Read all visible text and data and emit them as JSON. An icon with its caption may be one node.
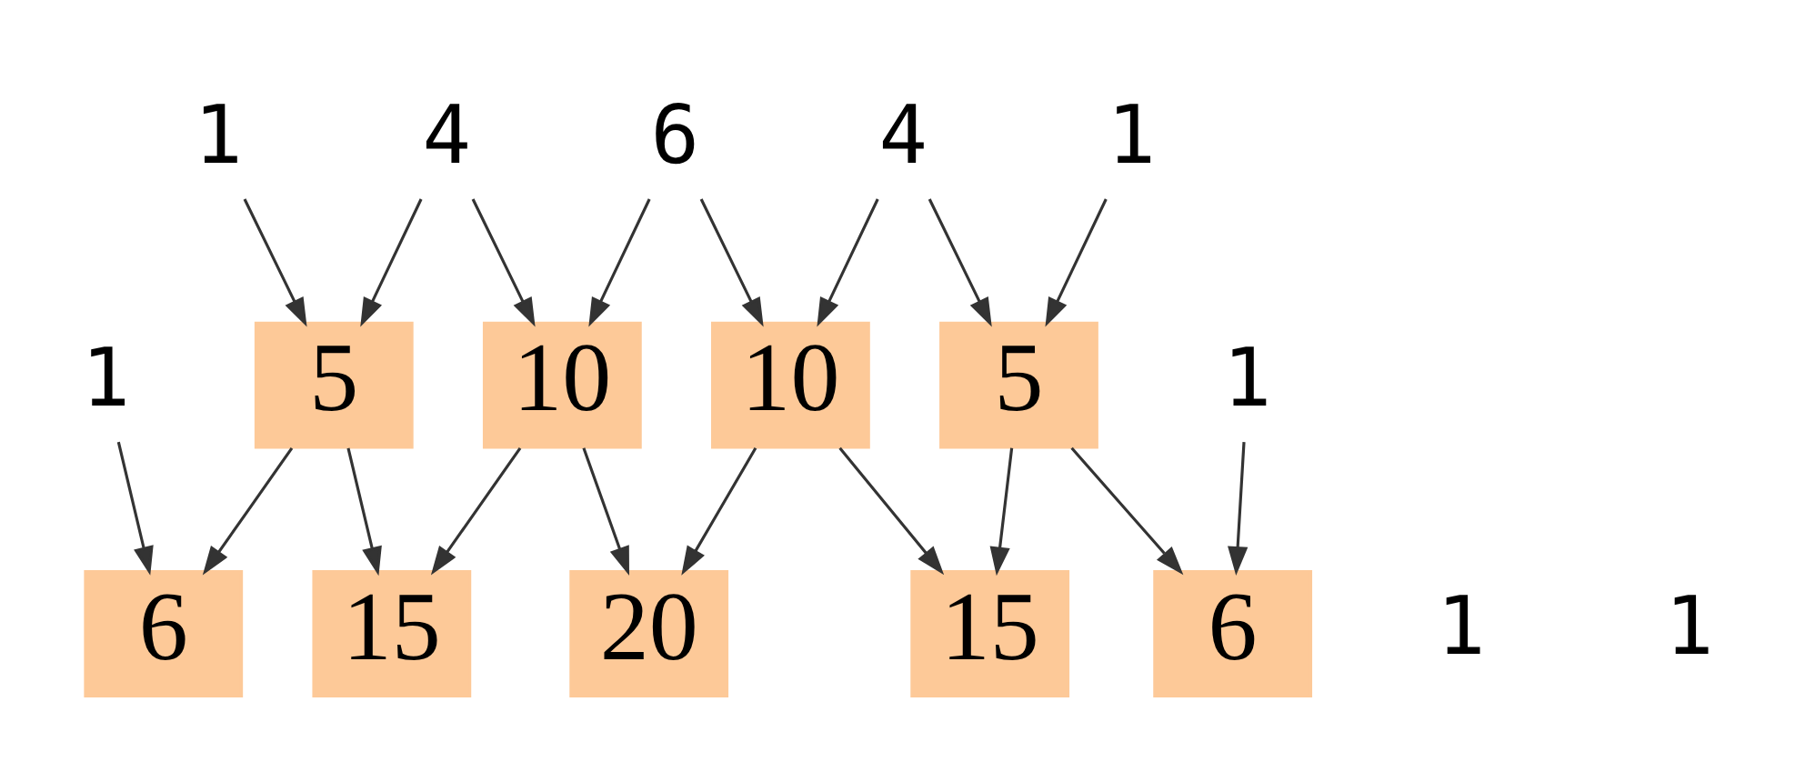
{
  "diagram": {
    "nodes": [
      {
        "text": [
          "1"
        ]
      },
      {
        "text": [
          "4"
        ]
      },
      {
        "text": [
          "6"
        ]
      },
      {
        "text": [
          "4"
        ]
      },
      {
        "text": [
          "1"
        ]
      },
      {
        "text": [
          "1"
        ]
      },
      {
        "text": [
          "5"
        ]
      },
      {
        "text": [
          "10"
        ]
      },
      {
        "text": [
          "10"
        ]
      },
      {
        "text": [
          "5"
        ]
      },
      {
        "text": [
          "1"
        ]
      },
      {
        "text": [
          "1"
        ]
      },
      {
        "text": [
          "6"
        ]
      },
      {
        "text": [
          "15"
        ]
      },
      {
        "text": [
          "20"
        ]
      },
      {
        "text": [
          "15"
        ]
      },
      {
        "text": [
          "6"
        ]
      },
      {
        "text": [
          "1"
        ]
      }
    ],
    "edges": [
      {
        "from": 0,
        "to": 6,
        "arrow": "to"
      },
      {
        "from": 1,
        "to": 6,
        "arrow": "to"
      },
      {
        "from": 1,
        "to": 7,
        "arrow": "to"
      },
      {
        "from": 2,
        "to": 7,
        "arrow": "to"
      },
      {
        "from": 2,
        "to": 8,
        "arrow": "to"
      },
      {
        "from": 3,
        "to": 8,
        "arrow": "to"
      },
      {
        "from": 3,
        "to": 9,
        "arrow": "to"
      },
      {
        "from": 4,
        "to": 9,
        "arrow": "to"
      },
      {
        "from": 5,
        "to": 12,
        "arrow": "to"
      },
      {
        "from": 6,
        "to": 12,
        "arrow": "to"
      },
      {
        "from": 6,
        "to": 13,
        "arrow": "to"
      },
      {
        "from": 7,
        "to": 13,
        "arrow": "to"
      },
      {
        "from": 7,
        "to": 14,
        "arrow": "to"
      },
      {
        "from": 8,
        "to": 14,
        "arrow": "to"
      },
      {
        "from": 8,
        "to": 15,
        "arrow": "to"
      },
      {
        "from": 9,
        "to": 15,
        "arrow": "to"
      },
      {
        "from": 9,
        "to": 16,
        "arrow": "to"
      },
      {
        "from": 10,
        "to": 16,
        "arrow": "to"
      }
    ]
  }
}
